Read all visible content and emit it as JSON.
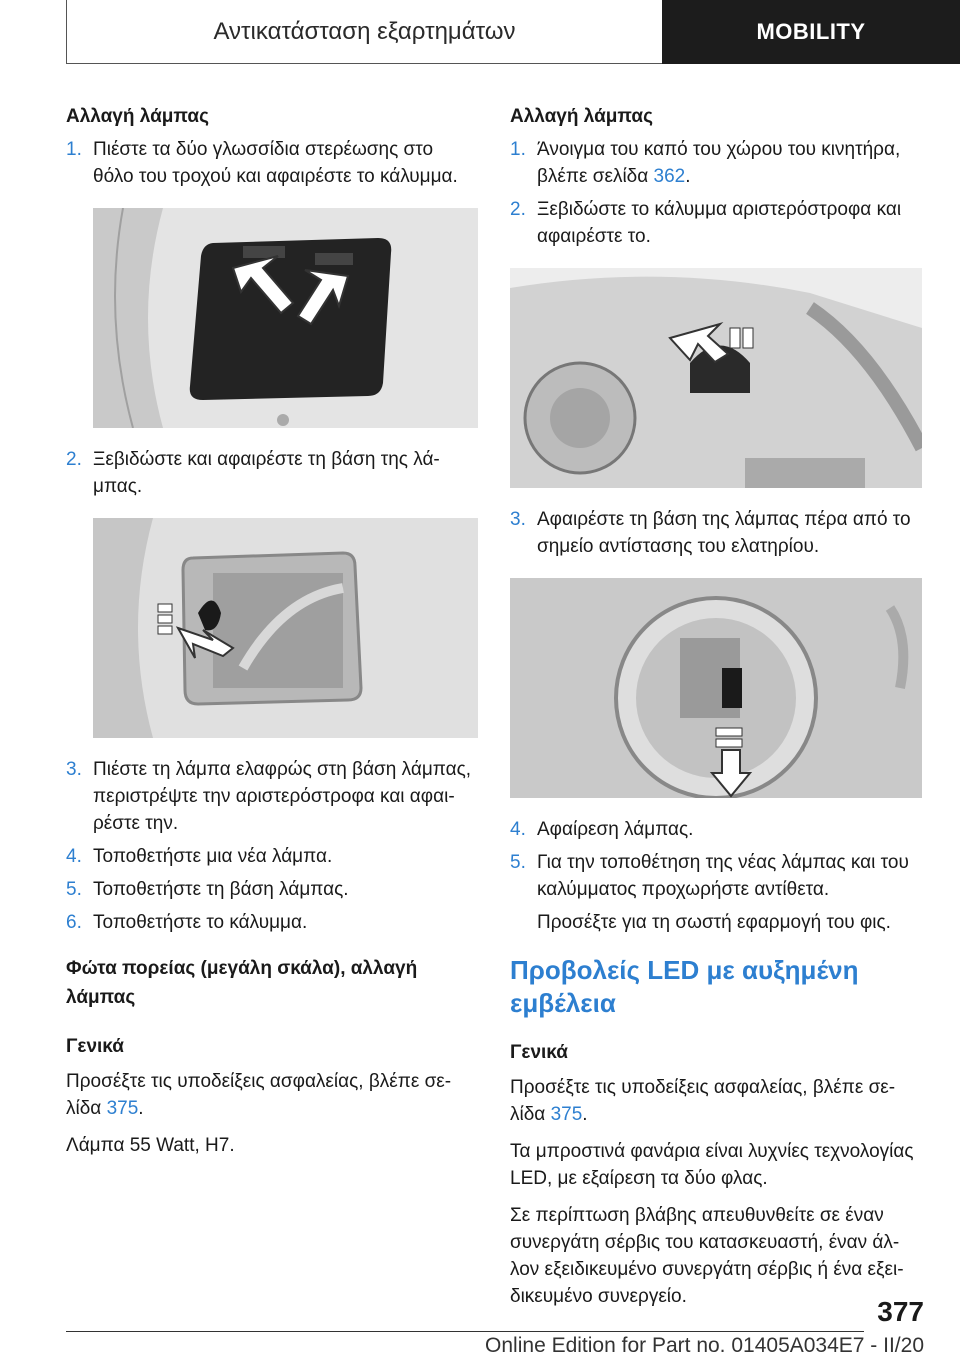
{
  "header": {
    "section": "Αντικατάσταση εξαρτημάτων",
    "chapter": "MOBILITY"
  },
  "left": {
    "title": "Αλλαγή λάμπας",
    "steps": [
      {
        "n": "1.",
        "text": "Πιέστε τα δύο γλωσσίδια στερέωσης στο θόλο του τροχού και αφαιρέστε το κάλυμμα."
      },
      {
        "n": "2.",
        "text": "Ξεβιδώστε και αφαιρέστε τη βάση της λά-μπας."
      },
      {
        "n": "3.",
        "text": "Πιέστε τη λάμπα ελαφρώς στη βάση λάμπας, περιστρέψτε την αριστερόστροφα και αφαι-ρέστε την."
      },
      {
        "n": "4.",
        "text": "Τοποθετήστε μια νέα λάμπα."
      },
      {
        "n": "5.",
        "text": "Τοποθετήστε τη βάση λάμπας."
      },
      {
        "n": "6.",
        "text": "Τοποθετήστε το κάλυμμα."
      }
    ],
    "section_title": "Φώτα πορείας (μεγάλη σκάλα), αλλαγή λάμπας",
    "general_title": "Γενικά",
    "safety_text": "Προσέξτε τις υποδείξεις ασφαλείας, βλέπε σε-λίδα ",
    "safety_page": "375",
    "lamp_spec": "Λάμπα 55 Watt, H7."
  },
  "right": {
    "title": "Αλλαγή λάμπας",
    "step1_text": "Άνοιγμα του καπό του χώρου του κινητήρα, βλέπε σελίδα ",
    "step1_page": "362",
    "steps": [
      {
        "n": "1.",
        "text": ""
      },
      {
        "n": "2.",
        "text": "Ξεβιδώστε το κάλυμμα αριστερόστροφα και αφαιρέστε το."
      },
      {
        "n": "3.",
        "text": "Αφαιρέστε τη βάση της λάμπας πέρα από το σημείο αντίστασης του ελατηρίου."
      },
      {
        "n": "4.",
        "text": "Αφαίρεση λάμπας."
      },
      {
        "n": "5.",
        "text": "Για την τοποθέτηση της νέας λάμπας και του καλύμματος προχωρήστε αντίθετα."
      }
    ],
    "note": "Προσέξτε για τη σωστή εφαρμογή του φις.",
    "heading": "Προβολείς LED με αυξημένη εμβέλεια",
    "general_title": "Γενικά",
    "safety_text": "Προσέξτε τις υποδείξεις ασφαλείας, βλέπε σε-λίδα ",
    "safety_page": "375",
    "para1": "Τα μπροστινά φανάρια είναι λυχνίες τεχνολογίας LED, με εξαίρεση τα δύο φλας.",
    "para2": "Σε περίπτωση βλάβης απευθυνθείτε σε έναν συνεργάτη σέρβις του κατασκευαστή, έναν άλ-λον εξειδικευμένο συνεργάτη σέρβις ή ένα εξει-δικευμένο συνεργείο."
  },
  "page_number": "377",
  "footer": "Online Edition for Part no. 01405A034E7 - II/20"
}
